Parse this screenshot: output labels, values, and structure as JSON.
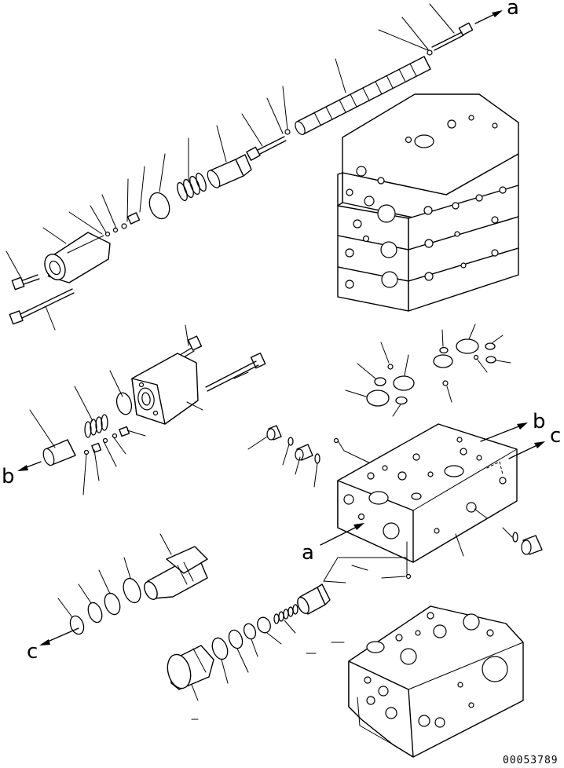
{
  "diagram": {
    "refs": {
      "a_top": "a",
      "b_right": "b",
      "c_right": "c",
      "a_left": "a",
      "b_left": "b",
      "c_left": "c"
    },
    "drawing_number": "00053789"
  }
}
